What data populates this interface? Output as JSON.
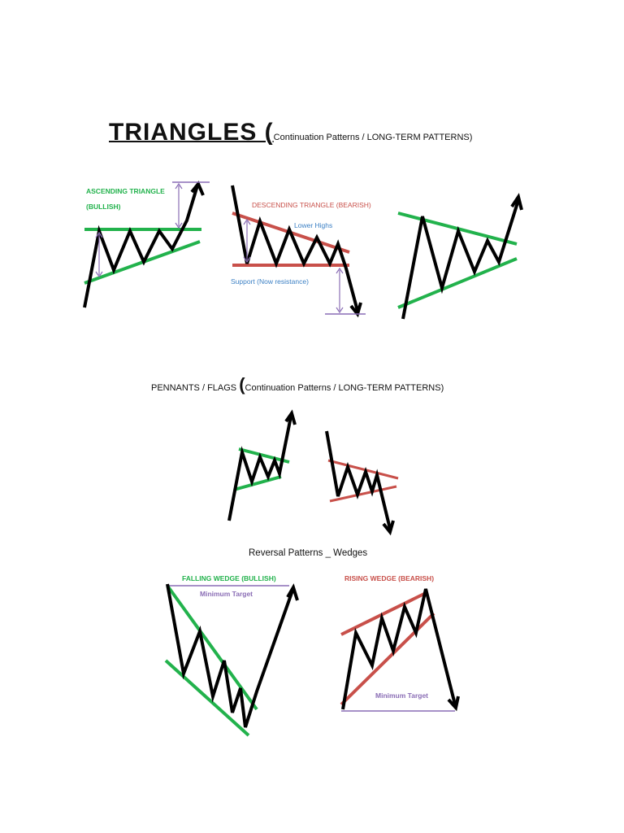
{
  "heading": {
    "main": "TRIANGLES (",
    "sub": "Continuation Patterns / LONG-TERM PATTERNS)"
  },
  "triangles": {
    "ascending_label_1": "ASCENDING TRIANGLE",
    "ascending_label_2": "(BULLISH)",
    "descending_label": "DESCENDING TRIANGLE (BEARISH)",
    "lower_highs_label": "Lower Highs",
    "support_label": "Support (Now resistance)"
  },
  "pennants": {
    "prefix": "PENNANTS / FLAGS ",
    "paren": "(",
    "suffix": "Continuation Patterns / LONG-TERM PATTERNS)"
  },
  "wedges": {
    "title": "Reversal Patterns _ Wedges",
    "falling_label": "FALLING WEDGE (BULLISH)",
    "falling_target": "Minimum Target",
    "rising_label": "RISING WEDGE (BEARISH)",
    "rising_target": "Minimum Target"
  },
  "colors": {
    "bullish_green": "#22b24c",
    "bearish_red": "#c8504a",
    "target_purple": "#8a6db5",
    "price_black": "#000000",
    "label_blue": "#3a7fc4"
  }
}
